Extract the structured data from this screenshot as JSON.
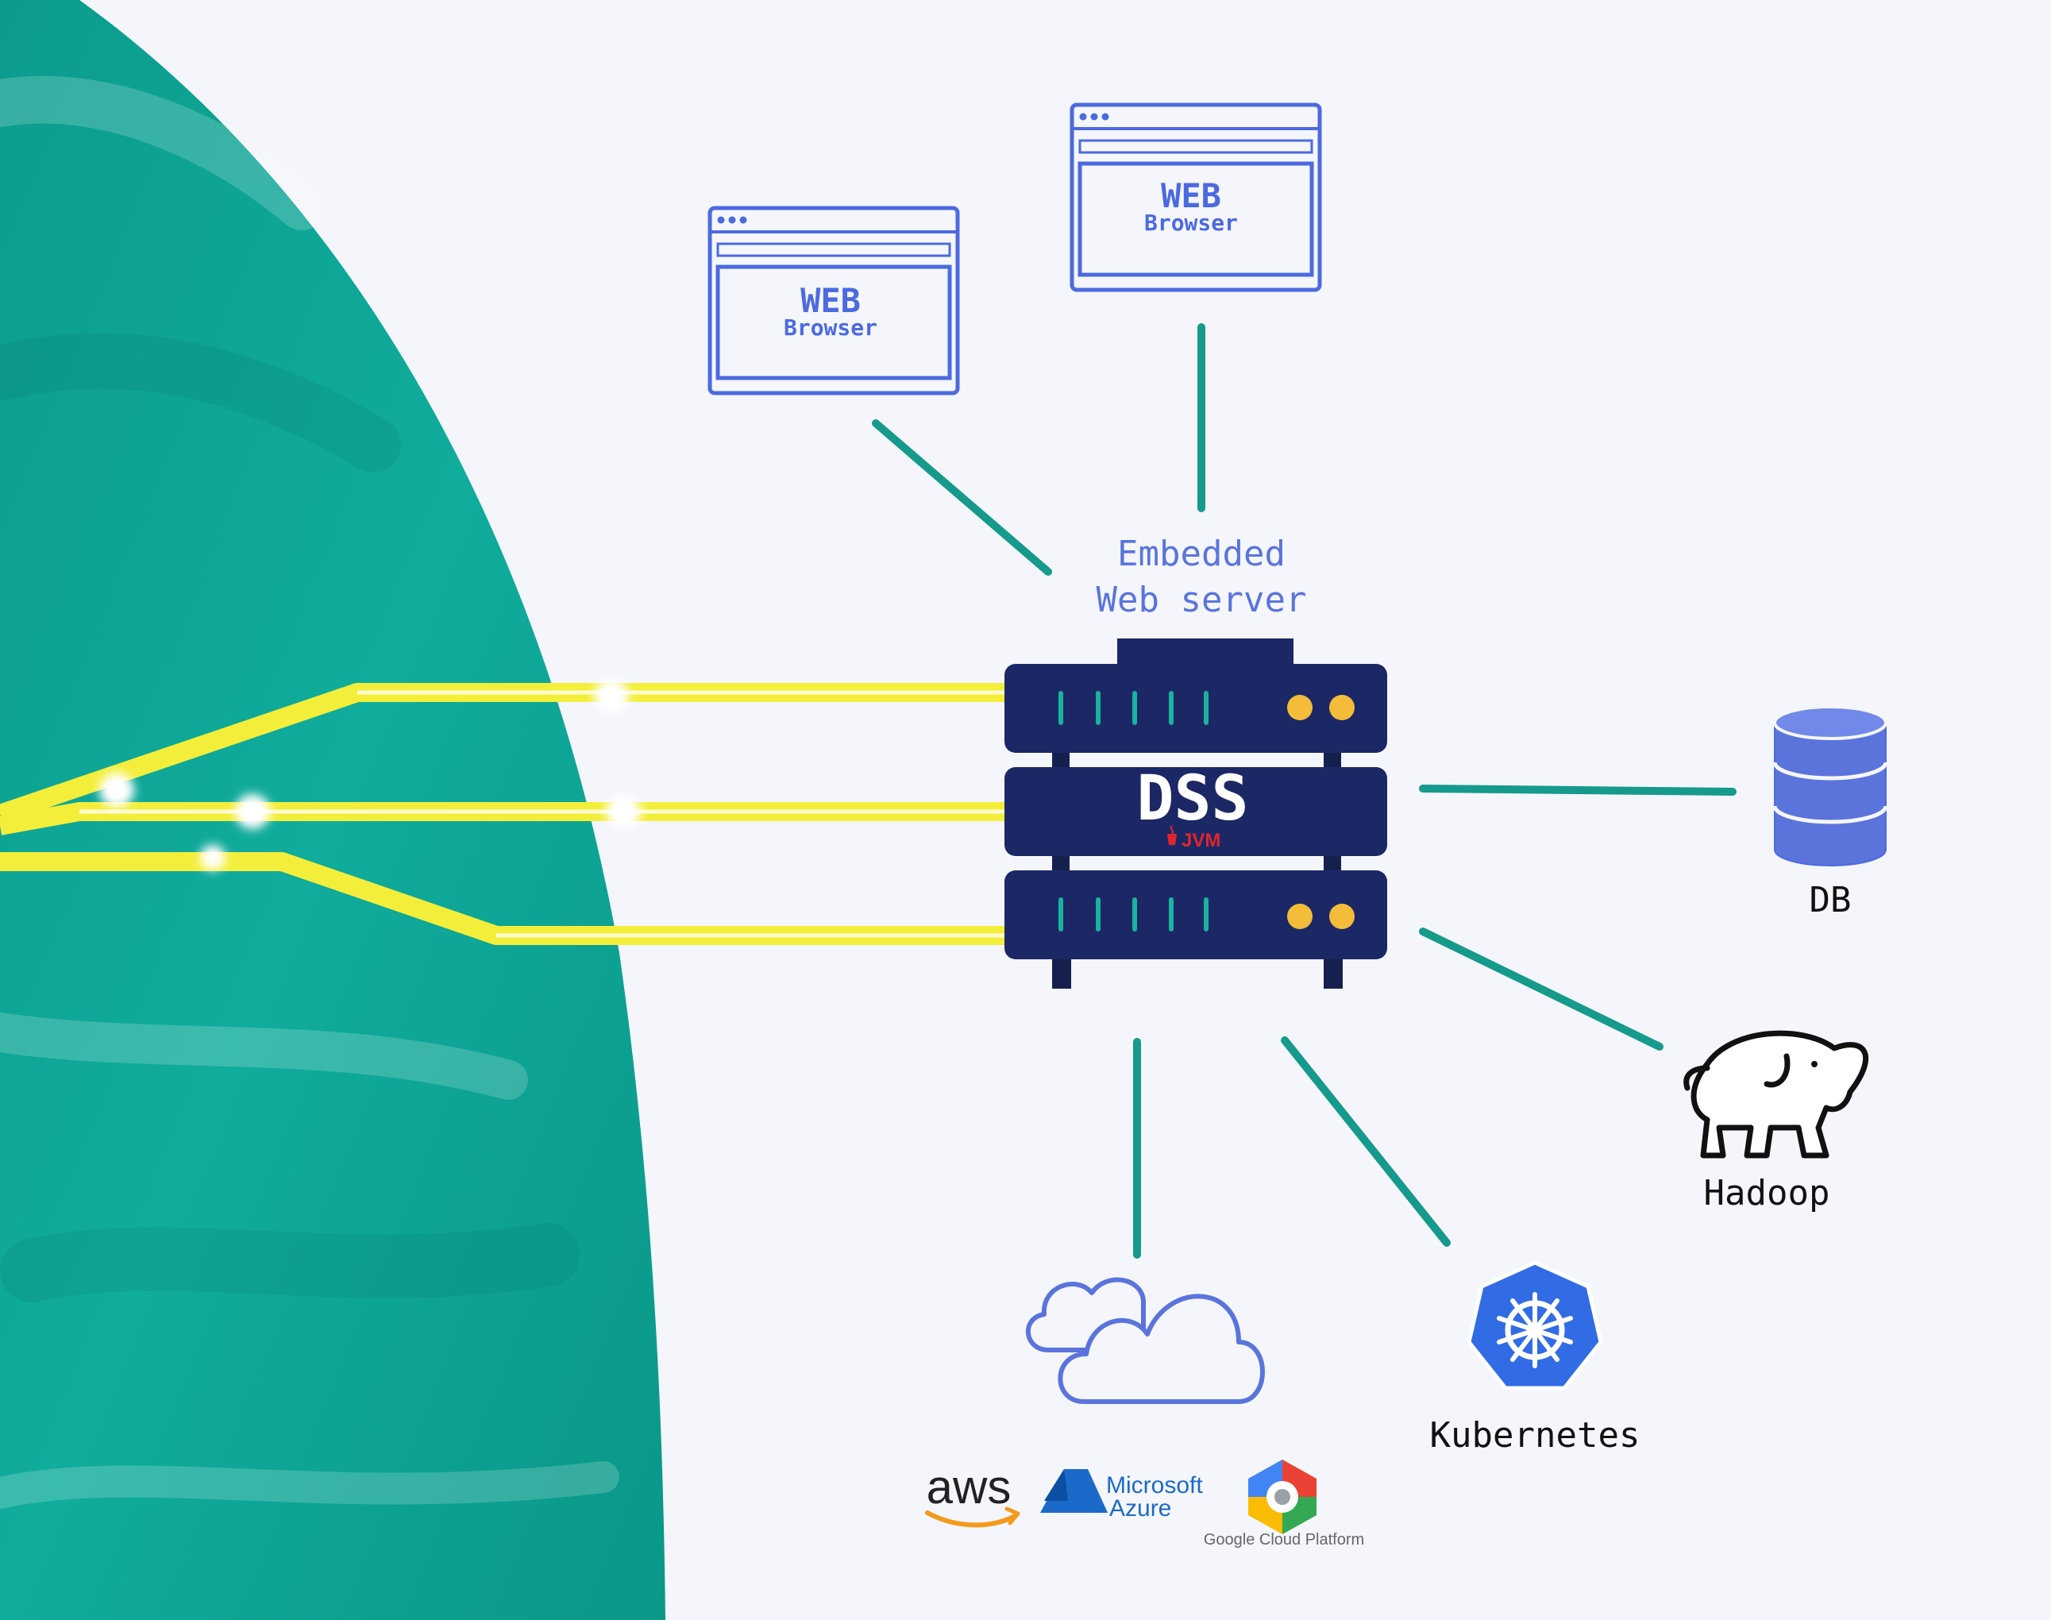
{
  "browsers": [
    {
      "title": "WEB",
      "subtitle": "Browser"
    },
    {
      "title": "WEB",
      "subtitle": "Browser"
    }
  ],
  "server": {
    "caption_line1": "Embedded",
    "caption_line2": "Web server",
    "name": "DSS",
    "runtime": "JVM"
  },
  "nodes": {
    "db": "DB",
    "hadoop": "Hadoop",
    "kubernetes": "Kubernetes"
  },
  "cloud_providers": {
    "aws": "aws",
    "azure_line1": "Microsoft",
    "azure_line2": "Azure",
    "gcp": "Google Cloud Platform"
  },
  "colors": {
    "background": "#f4f6fb",
    "teal": "#0ea596",
    "connector": "#169a8c",
    "server_navy": "#1c2766",
    "accent_blue": "#4c6ae0",
    "yellow_cable": "#f3ee3a",
    "led": "#f3bd3a"
  }
}
